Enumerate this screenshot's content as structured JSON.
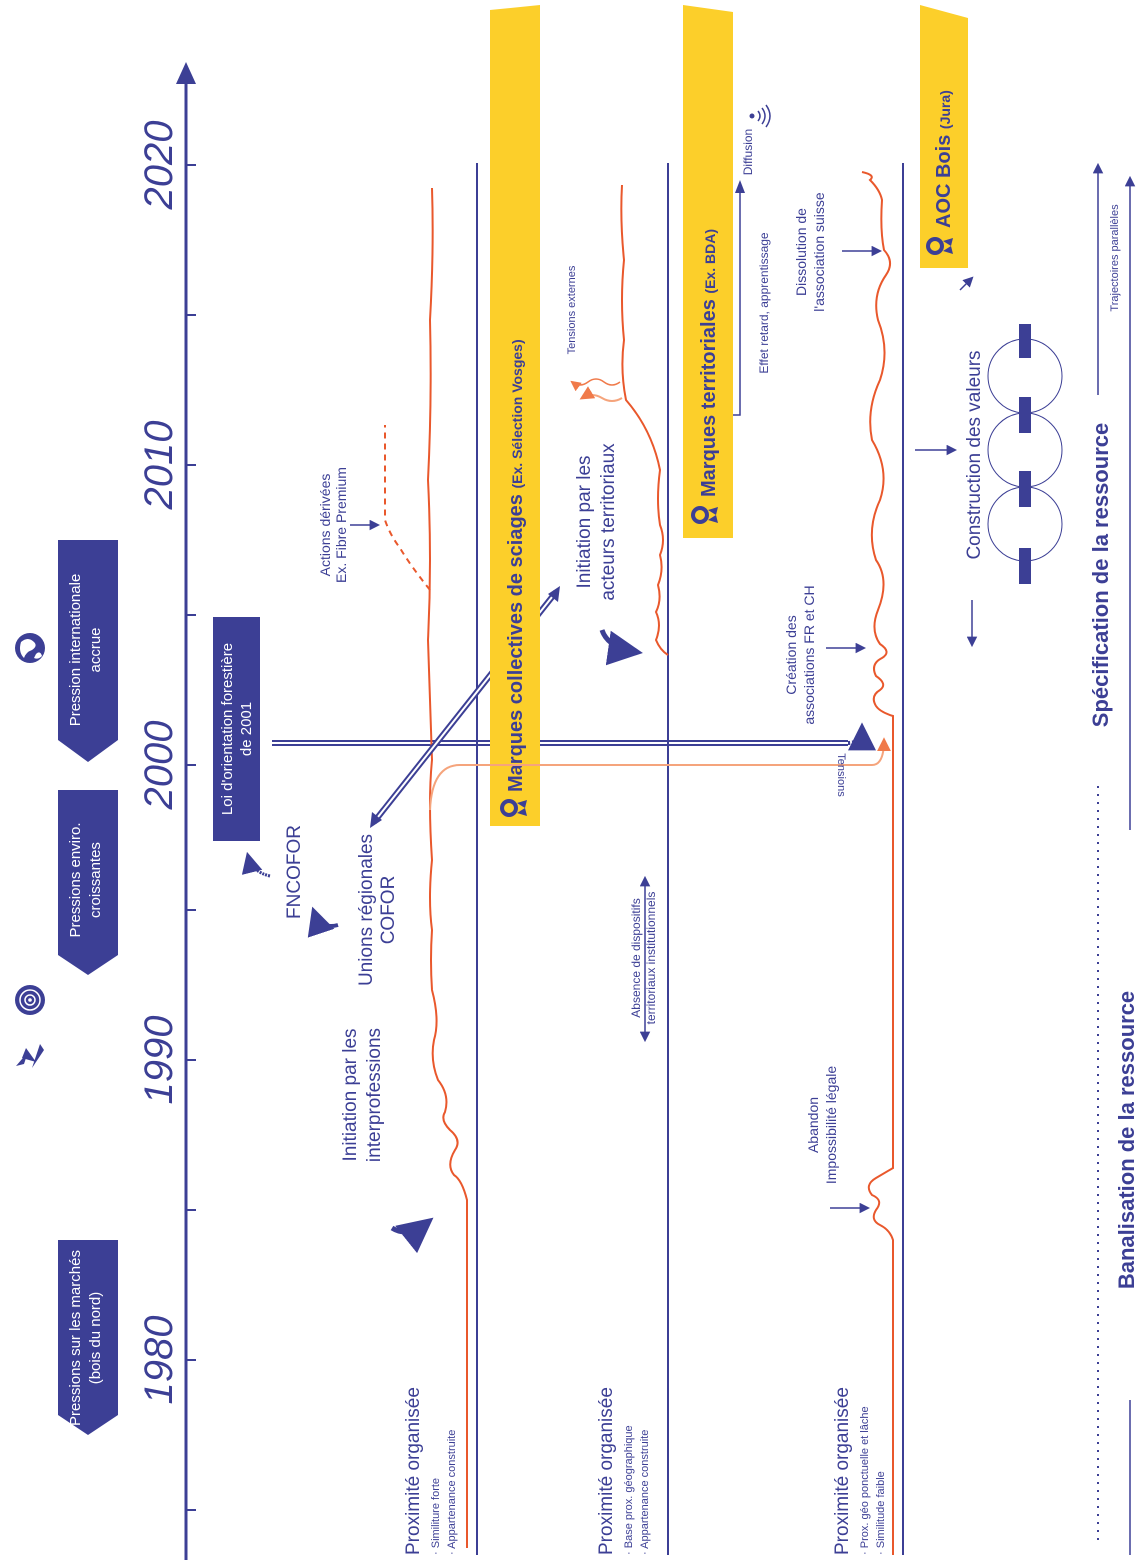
{
  "colors": {
    "navy": "#3c3f95",
    "orange": "#e9582c",
    "light_orange": "#f5a47c",
    "yellow": "#fccf2a",
    "white": "#ffffff"
  },
  "timeline": {
    "years": [
      "1980",
      "1990",
      "2000",
      "2010",
      "2020"
    ]
  },
  "pressures": [
    {
      "icon": "saw-blade-icon",
      "line1": "Pressions sur les marchés",
      "line2": "(bois du nord)"
    },
    {
      "icon": "tree-icon",
      "line1": "Pressions enviro.",
      "line2": "croissantes"
    },
    {
      "icon": "globe-icon",
      "line1": "Pression internationale",
      "line2": "accrue"
    }
  ],
  "loi_box": {
    "line1": "Loi d'orientation forestière",
    "line2": "de 2001"
  },
  "lane1": {
    "heading": "Proximité organisée",
    "bullets": [
      "Similiture forte",
      "Appartenance construite"
    ],
    "initiation": [
      "Initiation par les",
      "interprofessions"
    ],
    "unions": [
      "Unions régionales",
      "COFOR"
    ],
    "fncofor": "FNCOFOR",
    "actions": [
      "Actions dérivées",
      "Ex. Fibre Premium"
    ],
    "banner_main": "Marques collectives de sciages",
    "banner_sub": "(Ex. Sélection Vosges)"
  },
  "lane2": {
    "heading": "Proximité organisée",
    "bullets": [
      "Base prox. géographique",
      "Appartenance construite"
    ],
    "absence": [
      "Absence de dispositifs",
      "territoriaux institutionnels"
    ],
    "initiation": [
      "Initiation par les",
      "acteurs territoriaux"
    ],
    "tensions_externes": "Tensions externes",
    "effet_retard": "Effet retard, apprentissage",
    "diffusion": "Diffusion",
    "banner_main": "Marques territoriales",
    "banner_sub": "(Ex. BDA)"
  },
  "lane3": {
    "heading": "Proximité organisée",
    "bullets": [
      "Prox. géo ponctuelle et lâche",
      "Similitude faible"
    ],
    "abandon": [
      "Abandon",
      "Impossibilité légale"
    ],
    "creation": [
      "Création des",
      "associations FR et CH"
    ],
    "tensions": "Tensions",
    "dissolution": [
      "Dissolution de",
      "l'association suisse"
    ],
    "construction": "Construction des valeurs",
    "banner_main": "AOC Bois",
    "banner_sub": "(Jura)"
  },
  "bottom": {
    "banalisation": "Banalisation de la ressource",
    "specification": "Spécification de la ressource",
    "trajectoires": "Trajectoires parallèles"
  }
}
